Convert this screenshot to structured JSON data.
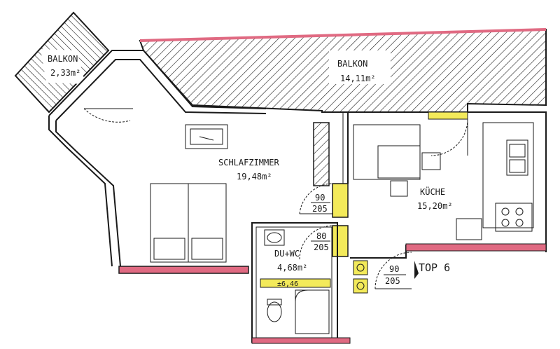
{
  "rooms": {
    "balkon_left": {
      "name": "BALKON",
      "area": "2,33m²"
    },
    "balkon_top": {
      "name": "BALKON",
      "area": "14,11m²"
    },
    "schlafzimmer": {
      "name": "SCHLAFZIMMER",
      "area": "19,48m²"
    },
    "kueche": {
      "name": "KÜCHE",
      "area": "15,20m²"
    },
    "duwc": {
      "name": "DU+WC",
      "area": "4,68m²",
      "level": "±6,46"
    }
  },
  "doors": {
    "d1": {
      "w": "90",
      "h": "205"
    },
    "d2": {
      "w": "80",
      "h": "205"
    },
    "d3": {
      "w": "90",
      "h": "205"
    }
  },
  "unit": {
    "label": "TOP 6"
  },
  "colors": {
    "walls_existing": "#e06a82",
    "walls_new": "#f3ea5a",
    "line": "#1a1a1a"
  }
}
